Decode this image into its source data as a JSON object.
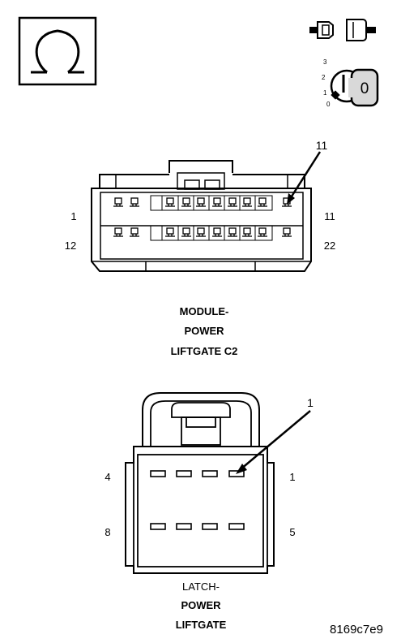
{
  "icons": {
    "ohm": "ohm-meter-icon",
    "connector_disconnect": "connector-disconnect-icon",
    "ignition_key": "ignition-key-icon"
  },
  "ignition": {
    "positions": [
      "3",
      "2",
      "1",
      "0"
    ],
    "key_label": "0"
  },
  "connector_c2": {
    "callout": "11",
    "pin_top_left": "1",
    "pin_top_right": "11",
    "pin_bottom_left": "12",
    "pin_bottom_right": "22",
    "caption": [
      "MODULE-",
      "POWER",
      "LIFTGATE C2"
    ]
  },
  "latch_connector": {
    "callout": "1",
    "pin_top_left": "4",
    "pin_top_right": "1",
    "pin_bottom_left": "8",
    "pin_bottom_right": "5",
    "caption": [
      "LATCH-",
      "POWER",
      "LIFTGATE"
    ]
  },
  "figure_id": "8169c7e9"
}
